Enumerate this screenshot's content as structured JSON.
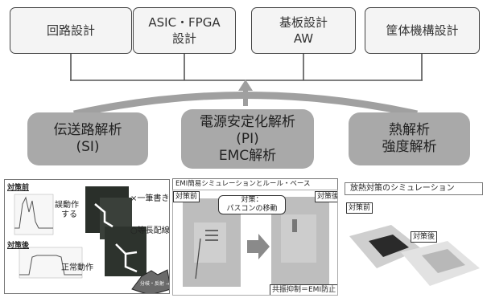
{
  "top_boxes": [
    {
      "line1": "回路設計",
      "line2": ""
    },
    {
      "line1": "ASIC・FPGA",
      "line2": "設計"
    },
    {
      "line1": "基板設計",
      "line2": "AW"
    },
    {
      "line1": "筐体機構設計",
      "line2": ""
    }
  ],
  "analysis_boxes": [
    {
      "line1": "伝送路解析",
      "line2": "(SI)",
      "line3": ""
    },
    {
      "line1": "電源安定化解析",
      "line2": "(PI)",
      "line3": "EMC解析"
    },
    {
      "line1": "熱解析",
      "line2": "強度解析",
      "line3": ""
    }
  ],
  "si_panel": {
    "before_label": "対策前",
    "after_label": "対策後",
    "malfunction_line1": "誤動作",
    "malfunction_line2": "する",
    "normal_label": "正常動作",
    "single_stroke": "×一筆書き",
    "equal_length": "○等長配線",
    "burst_text": "分岐・反射 → 多重反射"
  },
  "emc_panel": {
    "title": "EMI簡易シミュレーションとルール・ベース",
    "before_label": "対策前",
    "after_label": "対策後",
    "callout_line1": "対策：",
    "callout_line2": "パスコンの移動",
    "result_label": "共振抑制＝EMI防止"
  },
  "thermal_panel": {
    "title": "放熱対策のシミュレーション",
    "before_label": "対策前",
    "after_label": "対策後"
  },
  "colors": {
    "box_border": "#444444",
    "analysis_fill": "#a9a9a9",
    "connector": "#a0a0a0"
  }
}
